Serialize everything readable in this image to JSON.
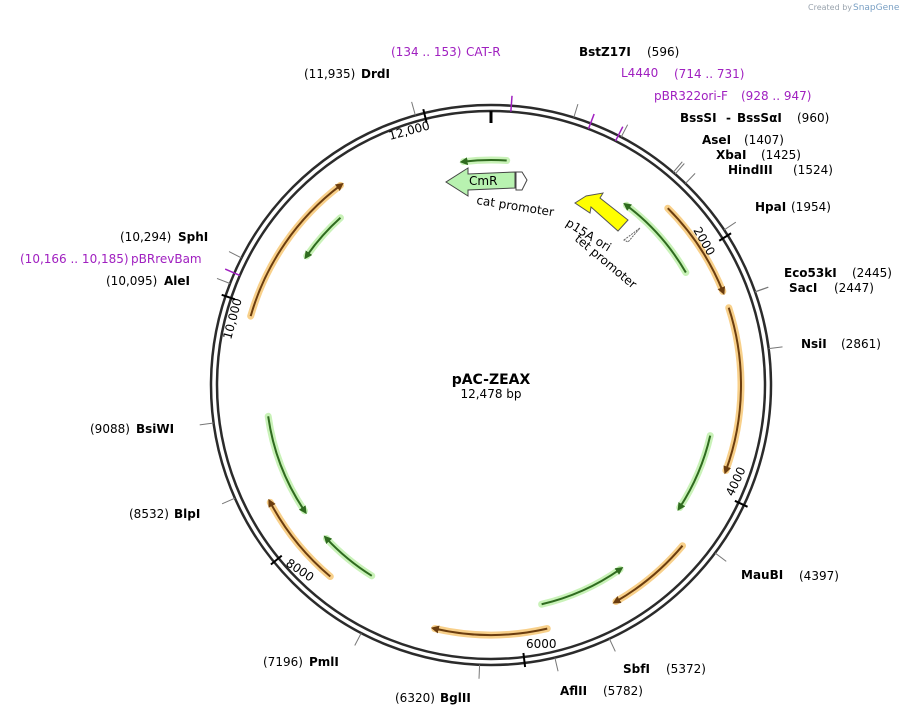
{
  "credit": {
    "prefix": "Created by",
    "brand": "SnapGene"
  },
  "plasmid": {
    "name": "pAC-ZEAX",
    "size_label": "12,478 bp",
    "total_bp": 12478
  },
  "ticks": [
    {
      "bp": 2000,
      "label": "2000"
    },
    {
      "bp": 4000,
      "label": "4000"
    },
    {
      "bp": 6000,
      "label": "6000"
    },
    {
      "bp": 8000,
      "label": "8000"
    },
    {
      "bp": 10000,
      "label": "10,000"
    },
    {
      "bp": 12000,
      "label": "12,000"
    }
  ],
  "sites": [
    {
      "name": "BstZ17I",
      "pos": "(596)",
      "bp": 596
    },
    {
      "name": "DrdI",
      "pos": "(11,935)",
      "bp": 11935
    },
    {
      "name": "BssSI",
      "name2": "BssSαI",
      "pos": "(960)",
      "bp": 960
    },
    {
      "name": "AseI",
      "pos": "(1407)",
      "bp": 1407
    },
    {
      "name": "XbaI",
      "pos": "(1425)",
      "bp": 1425
    },
    {
      "name": "HindIII",
      "pos": "(1524)",
      "bp": 1524
    },
    {
      "name": "HpaI",
      "pos": "(1954)",
      "bp": 1954
    },
    {
      "name": "Eco53kI",
      "pos": "(2445)",
      "bp": 2445
    },
    {
      "name": "SacI",
      "pos": "(2447)",
      "bp": 2447
    },
    {
      "name": "NsiI",
      "pos": "(2861)",
      "bp": 2861
    },
    {
      "name": "MauBI",
      "pos": "(4397)",
      "bp": 4397
    },
    {
      "name": "SbfI",
      "pos": "(5372)",
      "bp": 5372
    },
    {
      "name": "AflII",
      "pos": "(5782)",
      "bp": 5782
    },
    {
      "name": "BglII",
      "pos": "(6320)",
      "bp": 6320
    },
    {
      "name": "PmlI",
      "pos": "(7196)",
      "bp": 7196
    },
    {
      "name": "BlpI",
      "pos": "(8532)",
      "bp": 8532
    },
    {
      "name": "BsiWI",
      "pos": "(9088)",
      "bp": 9088
    },
    {
      "name": "AleI",
      "pos": "(10,095)",
      "bp": 10095
    },
    {
      "name": "SphI",
      "pos": "(10,294)",
      "bp": 10294
    }
  ],
  "primers": [
    {
      "name": "CAT-R",
      "range": "(134 .. 153)",
      "bp": 144
    },
    {
      "name": "L4440",
      "range": "(714 .. 731)",
      "bp": 722
    },
    {
      "name": "pBR322ori-F",
      "range": "(928 .. 947)",
      "bp": 937
    },
    {
      "name": "pBRrevBam",
      "range": "(10,166 .. 10,185)",
      "bp": 10175
    }
  ],
  "features": [
    {
      "name": "CmR",
      "color": "#b8f2b0"
    },
    {
      "name": "cat promoter",
      "color": "#ffffff"
    },
    {
      "name": "p15A ori",
      "color": "#ffff00"
    },
    {
      "name": "tet promoter",
      "color": "#ffffff"
    }
  ],
  "colors": {
    "orange_feature": "#f5b342",
    "green_feature": "#9be27f",
    "primer": "#a020c0"
  }
}
